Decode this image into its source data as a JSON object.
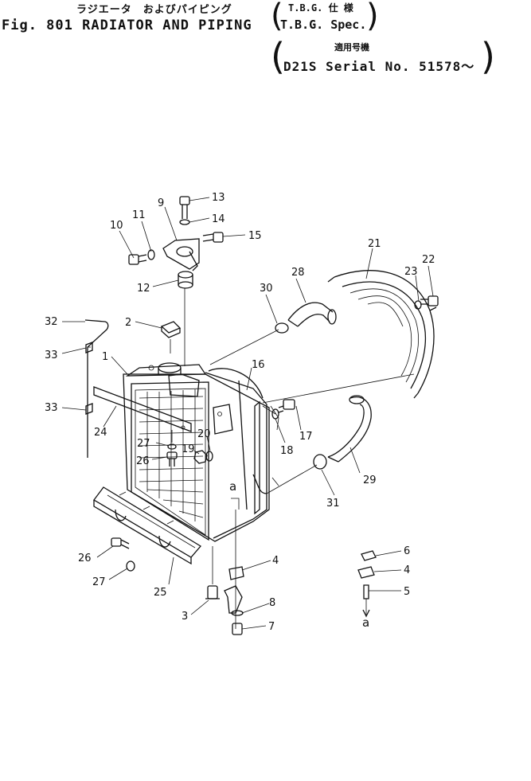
{
  "header": {
    "title_jp": "ラジエータ　およびパイピング",
    "title_en": "Fig. 801 RADIATOR AND PIPING",
    "spec_jp": "T.B.G. 仕 様",
    "spec_en": "T.B.G. Spec.",
    "serial_jp": "適用号機",
    "serial_en": "D21S Serial No. 51578～"
  },
  "callouts": [
    {
      "id": "c1",
      "text": "1"
    },
    {
      "id": "c2",
      "text": "2"
    },
    {
      "id": "c3",
      "text": "3"
    },
    {
      "id": "c4a",
      "text": "4"
    },
    {
      "id": "c4b",
      "text": "4"
    },
    {
      "id": "c5",
      "text": "5"
    },
    {
      "id": "c6",
      "text": "6"
    },
    {
      "id": "c7",
      "text": "7"
    },
    {
      "id": "c8",
      "text": "8"
    },
    {
      "id": "c9",
      "text": "9"
    },
    {
      "id": "c10",
      "text": "10"
    },
    {
      "id": "c11",
      "text": "11"
    },
    {
      "id": "c12",
      "text": "12"
    },
    {
      "id": "c13",
      "text": "13"
    },
    {
      "id": "c14",
      "text": "14"
    },
    {
      "id": "c15",
      "text": "15"
    },
    {
      "id": "c16",
      "text": "16"
    },
    {
      "id": "c17",
      "text": "17"
    },
    {
      "id": "c18",
      "text": "18"
    },
    {
      "id": "c19",
      "text": "19"
    },
    {
      "id": "c20",
      "text": "20"
    },
    {
      "id": "c21",
      "text": "21"
    },
    {
      "id": "c22",
      "text": "22"
    },
    {
      "id": "c23",
      "text": "23"
    },
    {
      "id": "c24",
      "text": "24"
    },
    {
      "id": "c25",
      "text": "25"
    },
    {
      "id": "c26a",
      "text": "26"
    },
    {
      "id": "c26b",
      "text": "26"
    },
    {
      "id": "c27a",
      "text": "27"
    },
    {
      "id": "c27b",
      "text": "27"
    },
    {
      "id": "c28",
      "text": "28"
    },
    {
      "id": "c29",
      "text": "29"
    },
    {
      "id": "c30",
      "text": "30"
    },
    {
      "id": "c31",
      "text": "31"
    },
    {
      "id": "c32",
      "text": "32"
    },
    {
      "id": "c33a",
      "text": "33"
    },
    {
      "id": "c33b",
      "text": "33"
    },
    {
      "id": "ref-a-1",
      "text": "a"
    },
    {
      "id": "ref-a-2",
      "text": "a"
    }
  ]
}
